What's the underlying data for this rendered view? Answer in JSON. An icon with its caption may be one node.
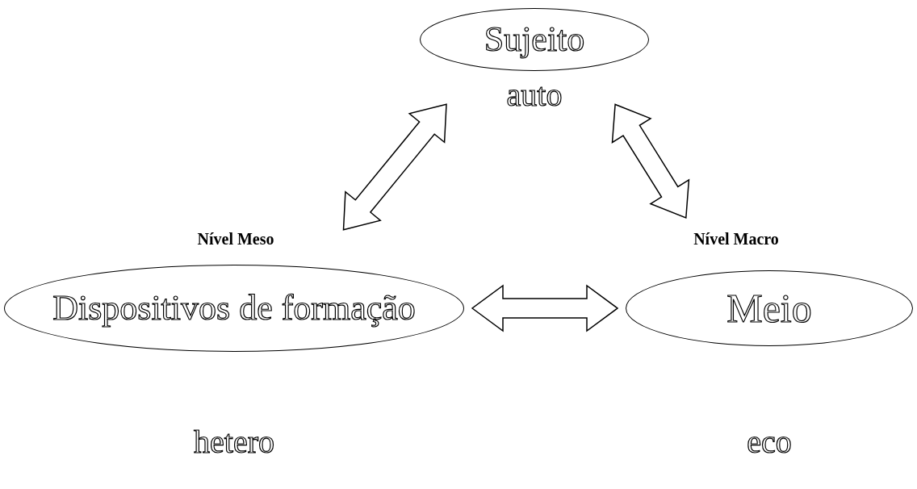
{
  "diagram": {
    "nodes": [
      {
        "text": [
          "Sujeito"
        ],
        "beside": [
          "auto"
        ]
      },
      {
        "text": [
          "Dispositivos de formação"
        ],
        "beside": [
          "hetero"
        ]
      },
      {
        "text": [
          "Meio"
        ],
        "beside": [
          "eco"
        ]
      }
    ],
    "edges": [
      {
        "from": 0,
        "to": 1,
        "arrow": "both"
      },
      {
        "from": 0,
        "to": 2,
        "arrow": "both"
      },
      {
        "from": 1,
        "to": 2,
        "arrow": "both"
      }
    ],
    "labels": [
      "Nível Meso",
      "Nível Macro"
    ]
  }
}
